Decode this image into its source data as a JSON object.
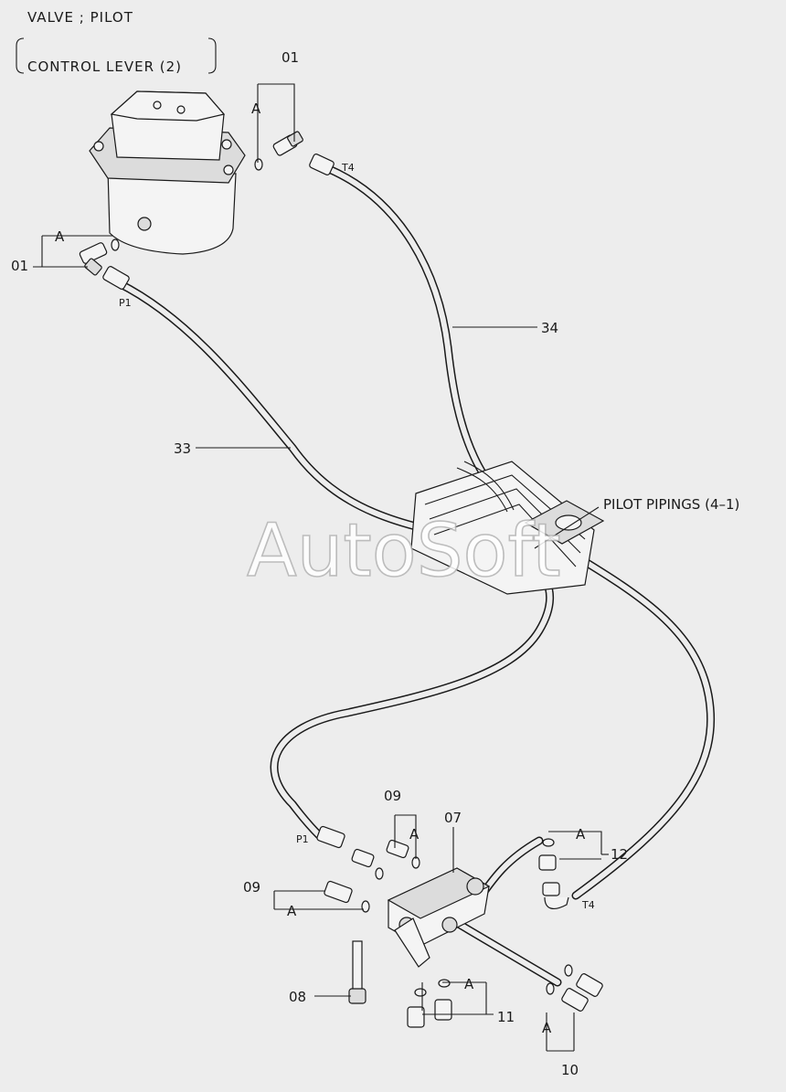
{
  "header": {
    "line1": "VALVE ; PILOT",
    "line2": "CONTROL LEVER (2)"
  },
  "callouts": {
    "c01_top": "01",
    "c01_left": "01",
    "c33": "33",
    "c34": "34",
    "c07": "07",
    "c08": "08",
    "c09_top": "09",
    "c09_left": "09",
    "c10": "10",
    "c11": "11",
    "c12": "12"
  },
  "group_letters": {
    "a_top": "A",
    "a_left": "A",
    "a_09_top": "A",
    "a_09_left": "A",
    "a_11": "A",
    "a_10": "A",
    "a_12": "A"
  },
  "port_labels": {
    "t4_top": "T4",
    "p1_top": "P1",
    "p1_bottom": "P1",
    "t4_bottom": "T4"
  },
  "reference": "PILOT PIPINGS (4–1)",
  "watermark": "AutoSoft"
}
